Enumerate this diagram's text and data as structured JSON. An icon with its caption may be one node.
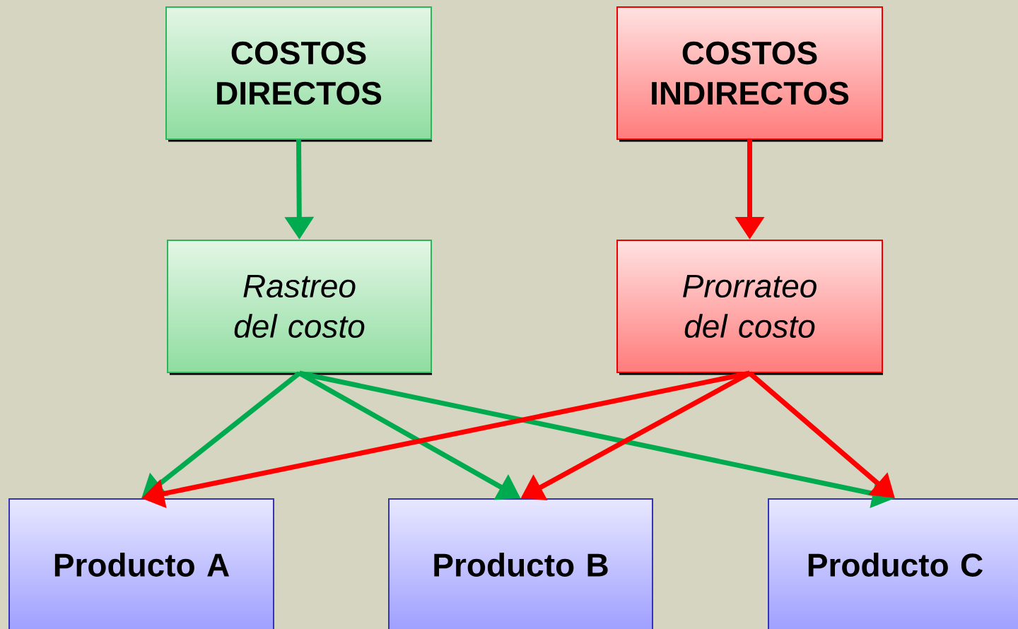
{
  "diagram": {
    "nodes": [
      {
        "text": [
          "COSTOS DIRECTOS"
        ]
      },
      {
        "text": [
          "COSTOS INDIRECTOS"
        ]
      },
      {
        "text": [
          "Rastreo del costo"
        ]
      },
      {
        "text": [
          "Prorrateo del costo"
        ]
      },
      {
        "text": [
          "Producto A"
        ]
      },
      {
        "text": [
          "Producto B"
        ]
      },
      {
        "text": [
          "Producto C"
        ]
      }
    ],
    "edges": [
      {
        "from": 0,
        "to": 2,
        "arrow": "to",
        "color": "#00aa4f"
      },
      {
        "from": 1,
        "to": 3,
        "arrow": "to",
        "color": "#ff0000"
      },
      {
        "from": 2,
        "to": 4,
        "arrow": "to",
        "color": "#00aa4f"
      },
      {
        "from": 2,
        "to": 5,
        "arrow": "to",
        "color": "#00aa4f"
      },
      {
        "from": 2,
        "to": 6,
        "arrow": "to",
        "color": "#00aa4f"
      },
      {
        "from": 3,
        "to": 4,
        "arrow": "to",
        "color": "#ff0000"
      },
      {
        "from": 3,
        "to": 5,
        "arrow": "to",
        "color": "#ff0000"
      },
      {
        "from": 3,
        "to": 6,
        "arrow": "to",
        "color": "#ff0000"
      }
    ]
  }
}
